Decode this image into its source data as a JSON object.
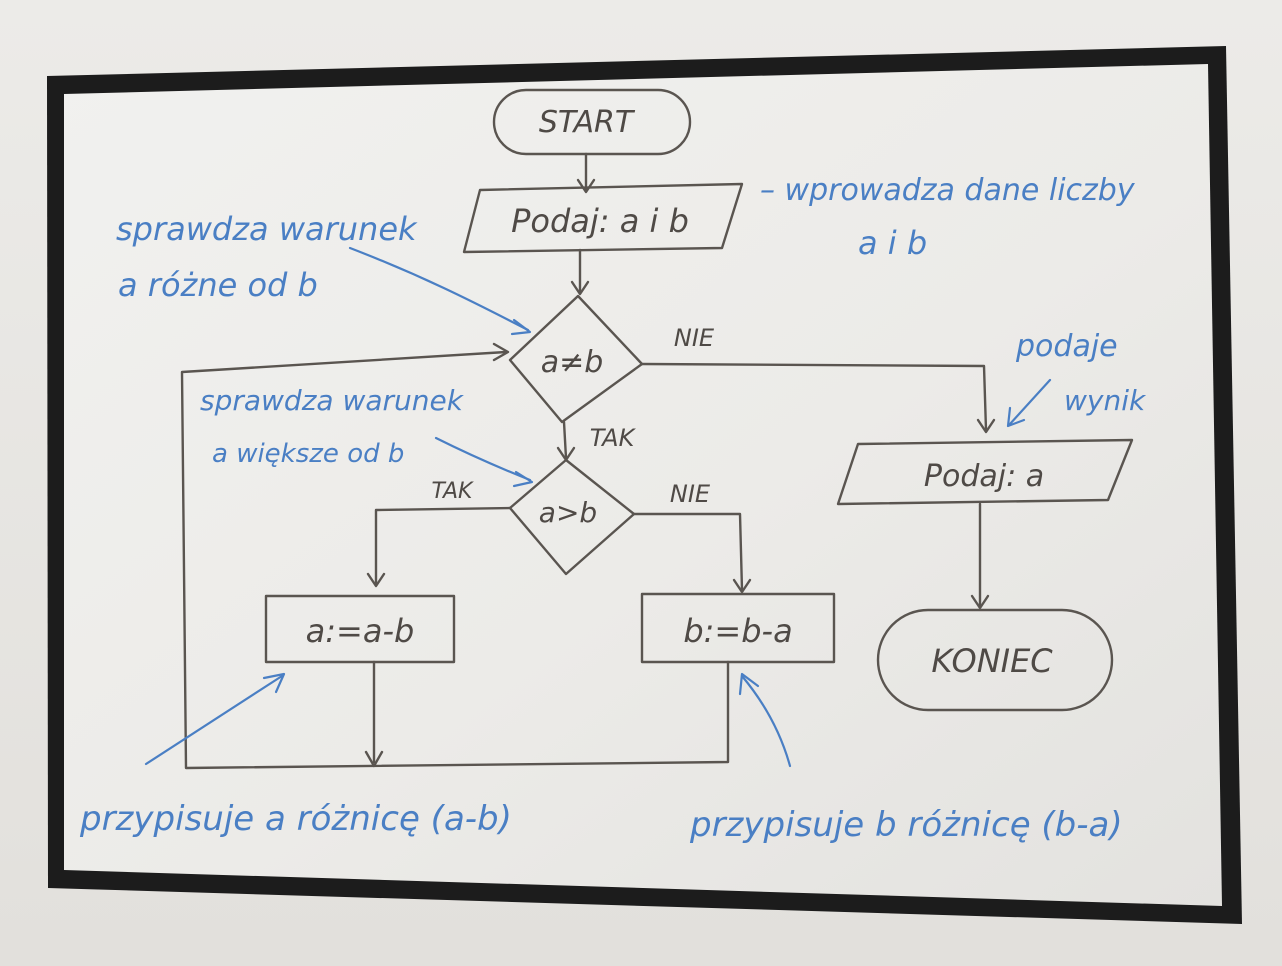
{
  "flowchart": {
    "start": "START",
    "input": "Podaj: a i b",
    "condition1": "a≠b",
    "condition2": "a>b",
    "assign_a": "a:=a-b",
    "assign_b": "b:=b-a",
    "output": "Podaj: a",
    "end": "KONIEC",
    "label_tak_1": "TAK",
    "label_nie_1": "NIE",
    "label_tak_2": "TAK",
    "label_nie_2": "NIE"
  },
  "annotations": {
    "input_note_1": "– wprowadza dane liczby",
    "input_note_2": "a i b",
    "cond1_note_1": "sprawdza warunek",
    "cond1_note_2": "a różne od b",
    "cond2_note_1": "sprawdza warunek",
    "cond2_note_2": "a większe od b",
    "output_note_1": "podaje",
    "output_note_2": "wynik",
    "assign_a_note": "przypisuje a różnicę (a-b)",
    "assign_b_note": "przypisuje b różnicę (b-a)"
  },
  "colors": {
    "wall": "#e9e7e3",
    "frame": "#1c1c1c",
    "board": "#eeeeec",
    "pencil": "#5a5550",
    "marker": "#4a7fc4"
  }
}
